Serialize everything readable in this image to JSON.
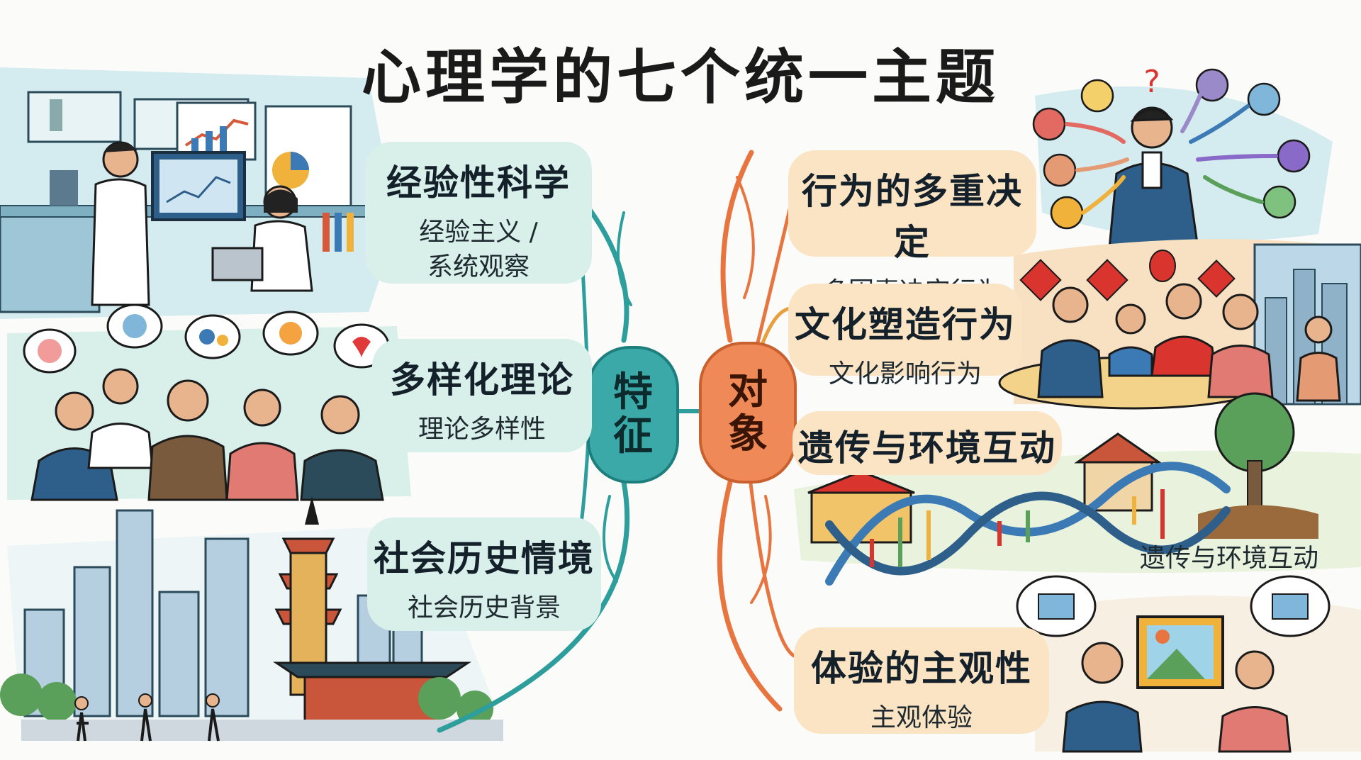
{
  "title": "心理学的七个统一主题",
  "center": {
    "left_node": "特\n征",
    "left_chars": [
      "特",
      "征"
    ],
    "right_node": "对\n象",
    "right_chars": [
      "对",
      "象"
    ]
  },
  "left_branches": [
    {
      "heading": "经验性科学",
      "sub": "经验主义 /\n系统观察",
      "illustration": "laboratory-researchers"
    },
    {
      "heading": "多样化理论",
      "sub": "理论多样性",
      "illustration": "scholars-discussing"
    },
    {
      "heading": "社会历史情境",
      "sub": "社会历史背景",
      "illustration": "city-and-pagoda"
    }
  ],
  "right_branches": [
    {
      "heading": "行为的多重决定",
      "sub": "多因素决定行为",
      "illustration": "thinking-man-with-factors"
    },
    {
      "heading": "文化塑造行为",
      "sub": "文化影响行为",
      "illustration": "family-dinner"
    },
    {
      "heading": "遗传与环境互动",
      "sub": "遗传与环境互动",
      "illustration": "dna-landscape"
    },
    {
      "heading": "体验的主观性",
      "sub": "主观体验",
      "illustration": "people-viewing-painting"
    }
  ],
  "colors": {
    "left_accent": "#3aa9a7",
    "right_accent": "#ef8a58",
    "left_card": "#d8efea",
    "right_card": "#fbe4c4"
  }
}
